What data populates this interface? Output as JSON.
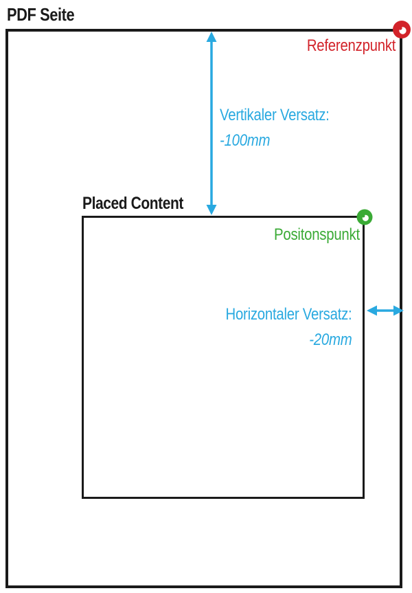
{
  "diagram": {
    "page_label": "PDF Seite",
    "reference_point_label": "Referenzpunkt",
    "placed_content_label": "Placed Content",
    "position_point_label": "Positonspunkt",
    "vertical_offset": {
      "label": "Vertikaler Versatz:",
      "value": "-100mm"
    },
    "horizontal_offset": {
      "label": "Horizontaler Versatz:",
      "value": "-20mm"
    },
    "colors": {
      "offset_blue": "#29A9E0",
      "reference_red": "#D2232A",
      "position_green": "#3AAA35",
      "box_ink": "#1A1A1A"
    }
  }
}
